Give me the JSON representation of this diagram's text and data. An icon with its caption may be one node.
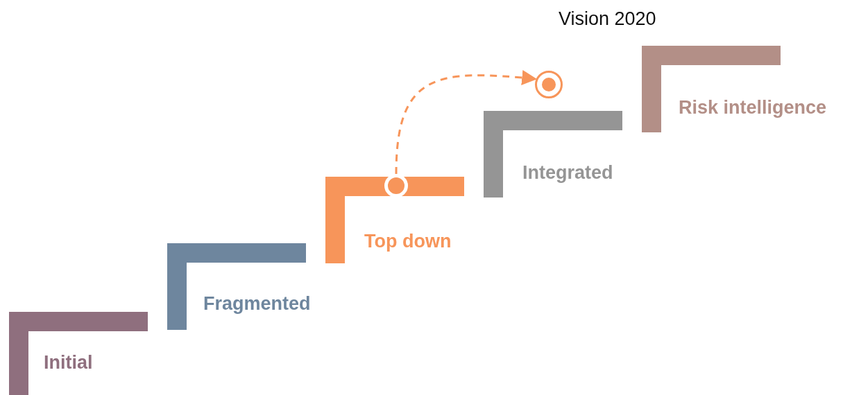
{
  "diagram": {
    "nodes": [
      {
        "text": [
          "Initial"
        ]
      },
      {
        "text": [
          "Fragmented"
        ]
      },
      {
        "text": [
          "Top down"
        ]
      },
      {
        "text": [],
        "shape": "circle"
      },
      {
        "text": [],
        "shape": "circle"
      },
      {
        "text": [
          "Integrated"
        ]
      },
      {
        "text": [
          "Risk intelligence"
        ]
      }
    ],
    "edges": [
      {
        "from": 3,
        "to": 4,
        "arrow": "to",
        "style": "dashed"
      }
    ],
    "labels": [
      "Vision 2020"
    ]
  }
}
